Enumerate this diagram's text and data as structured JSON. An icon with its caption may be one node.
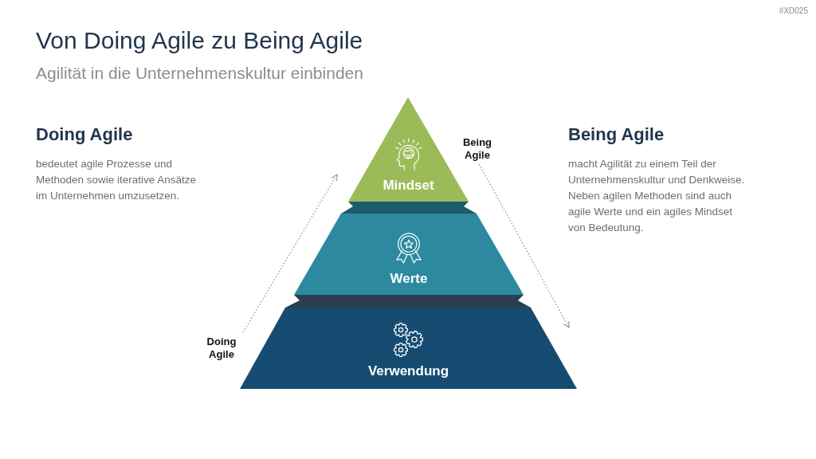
{
  "diagram": {
    "title": "Von Doing Agile zu Being Agile",
    "nodes": [
      {
        "text": [
          "Mindset"
        ]
      },
      {
        "text": [],
        "shape": "bar"
      },
      {
        "text": [
          "Werte"
        ]
      },
      {
        "text": [],
        "shape": "bar"
      },
      {
        "text": [
          "Verwendung"
        ]
      },
      {
        "text": [
          "Being Agile"
        ]
      },
      {
        "text": [
          "Doing Agile"
        ]
      }
    ],
    "edges": [
      {
        "from": 6,
        "to": null,
        "arrow": "to",
        "style": "dashed"
      },
      {
        "from": 5,
        "to": null,
        "arrow": "to",
        "style": "dashed"
      }
    ],
    "labels": [
      "#XD025",
      "Agilität in die Unternehmenskultur einbinden",
      "Doing Agile",
      "bedeutet agile Prozesse und Methoden sowie iterative Ansätze im Unternehmen umzusetzen.",
      "Being Agile",
      "macht Agilität zu einem Teil der Unternehmenskultur und Denkweise. Neben agilen Methoden sind auch agile Werte und ein agiles Mindset von Bedeutung."
    ]
  }
}
